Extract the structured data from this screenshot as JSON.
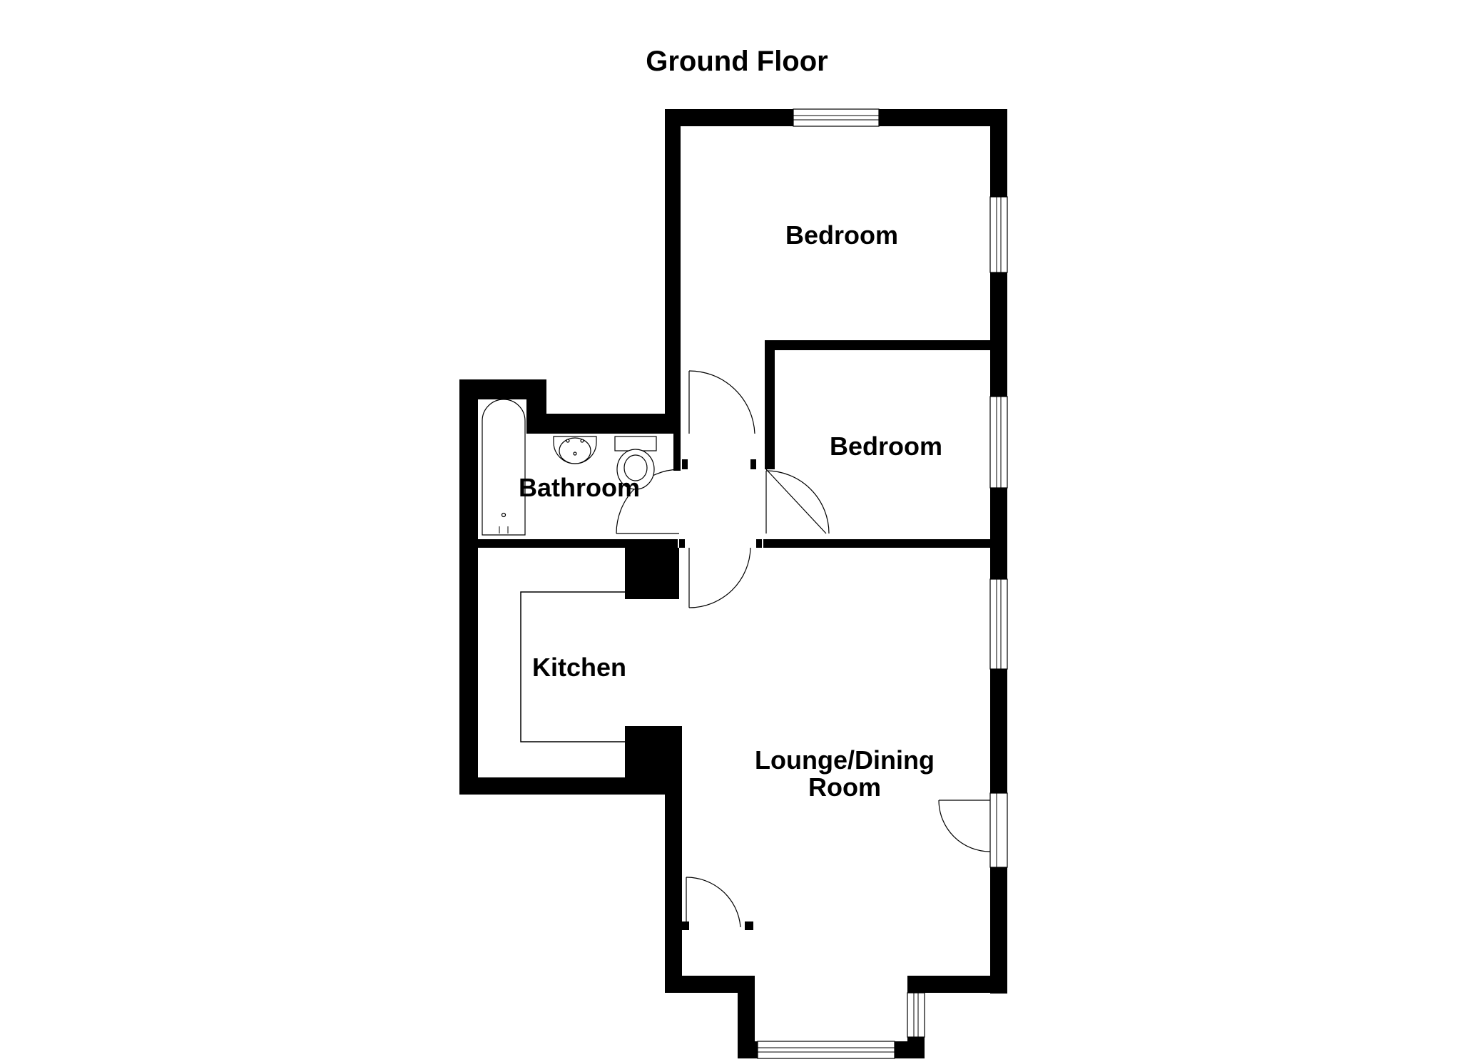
{
  "floor_title": "Ground Floor",
  "rooms": {
    "bedroom_main": "Bedroom",
    "bedroom_second": "Bedroom",
    "bathroom": "Bathroom",
    "kitchen": "Kitchen",
    "lounge_line1": "Lounge/Dining",
    "lounge_line2": "Room"
  },
  "colors": {
    "wall": "#000000",
    "background": "#ffffff"
  }
}
